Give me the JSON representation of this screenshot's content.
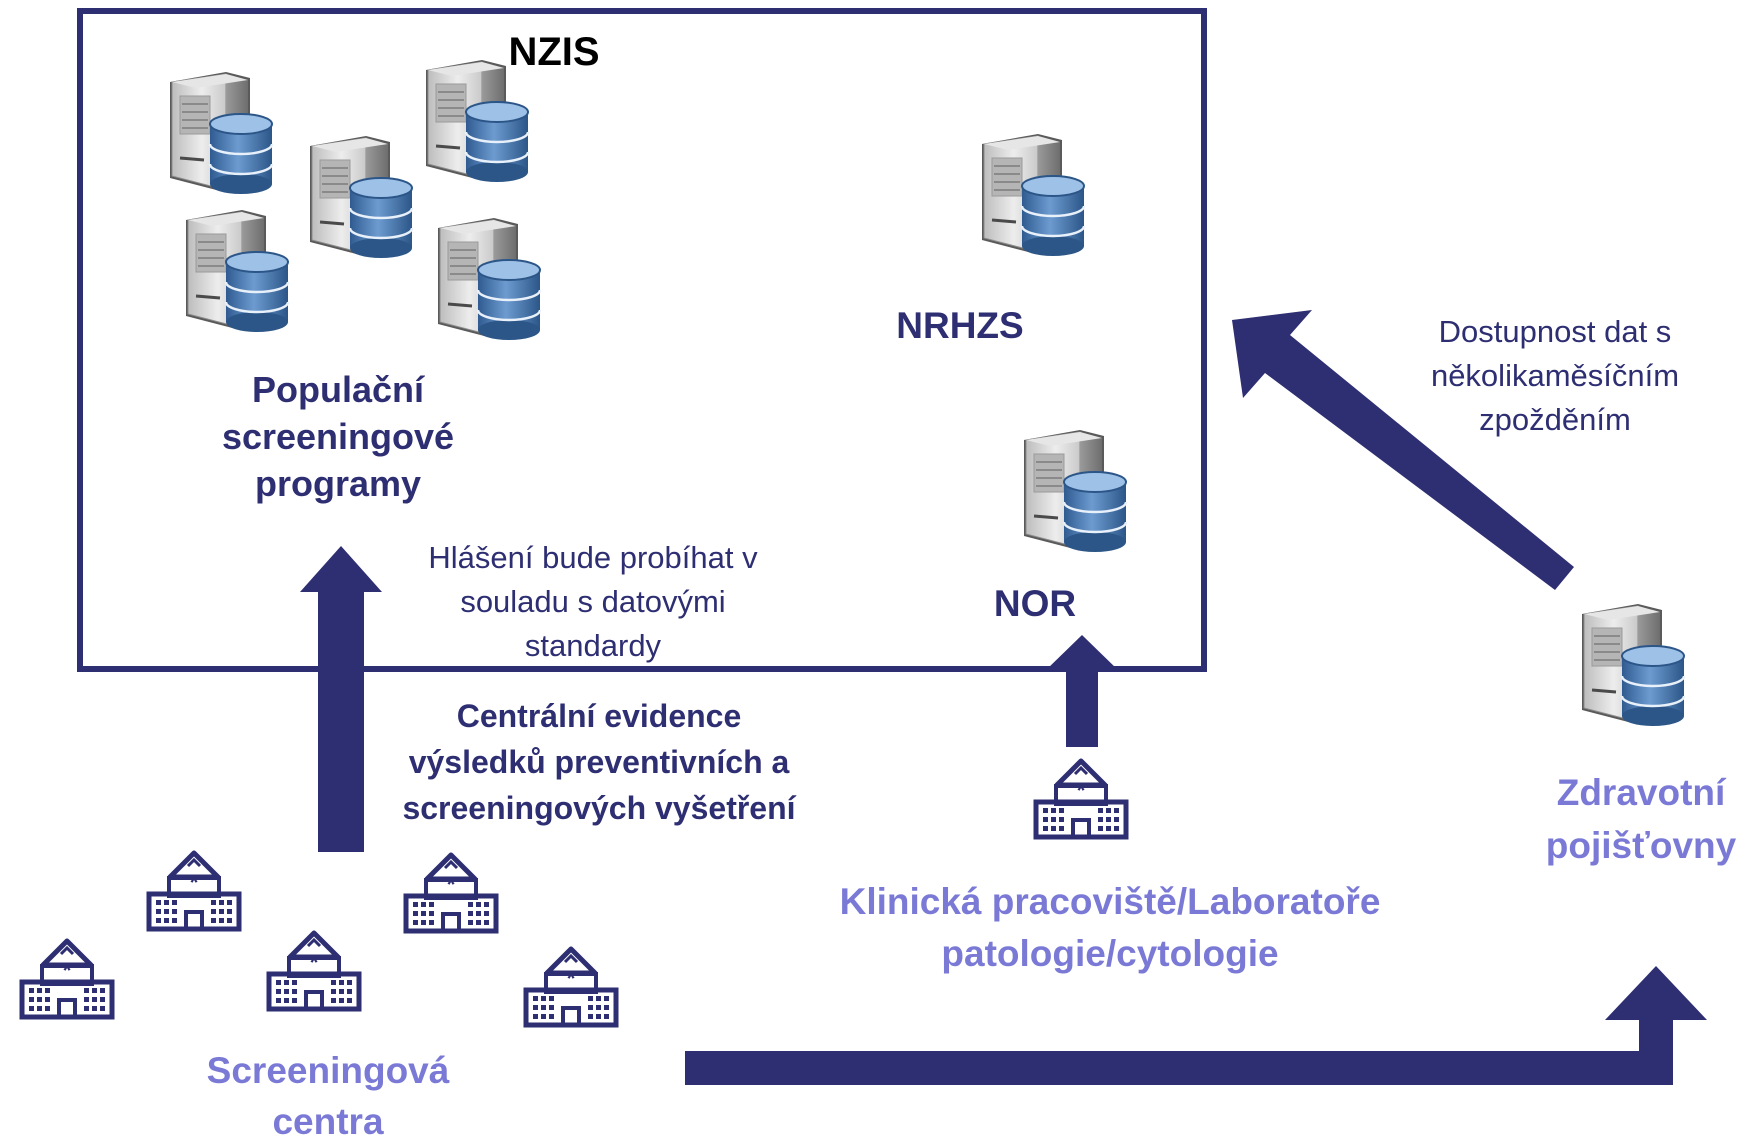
{
  "colors": {
    "frame": "#2e2e72",
    "arrow": "#2e2e72",
    "title_text": "#000000",
    "label_dark": "#2e2e72",
    "label_light": "#7a7ad6",
    "server_body": "#d4d4d4",
    "database": "#4f7db8",
    "building": "#2e2e72"
  },
  "icons": {
    "server": "server-database-icon",
    "building": "hospital-building-icon"
  },
  "nzis": {
    "title": "NZIS"
  },
  "nrhzs": {
    "label": "NRHZS"
  },
  "nor": {
    "label": "NOR"
  },
  "screening_programs": {
    "line1": "Populační",
    "line2": "screeningové",
    "line3": "programy"
  },
  "reporting_note": {
    "line1": "Hlášení bude probíhat v",
    "line2": "souladu s datovými",
    "line3": "standardy"
  },
  "central_evidence": {
    "line1": "Centrální evidence",
    "line2": "výsledků preventivních a",
    "line3": "screeningových vyšetření"
  },
  "availability_note": {
    "line1": "Dostupnost dat s",
    "line2": "několikaměsíčním",
    "line3": "zpožděním"
  },
  "insurers": {
    "line1": "Zdravotní",
    "line2": "pojišťovny"
  },
  "clinical": {
    "line1": "Klinická pracoviště/Laboratoře",
    "line2": "patologie/cytologie"
  },
  "screening_centers": {
    "line1": "Screeningová",
    "line2": "centra"
  }
}
